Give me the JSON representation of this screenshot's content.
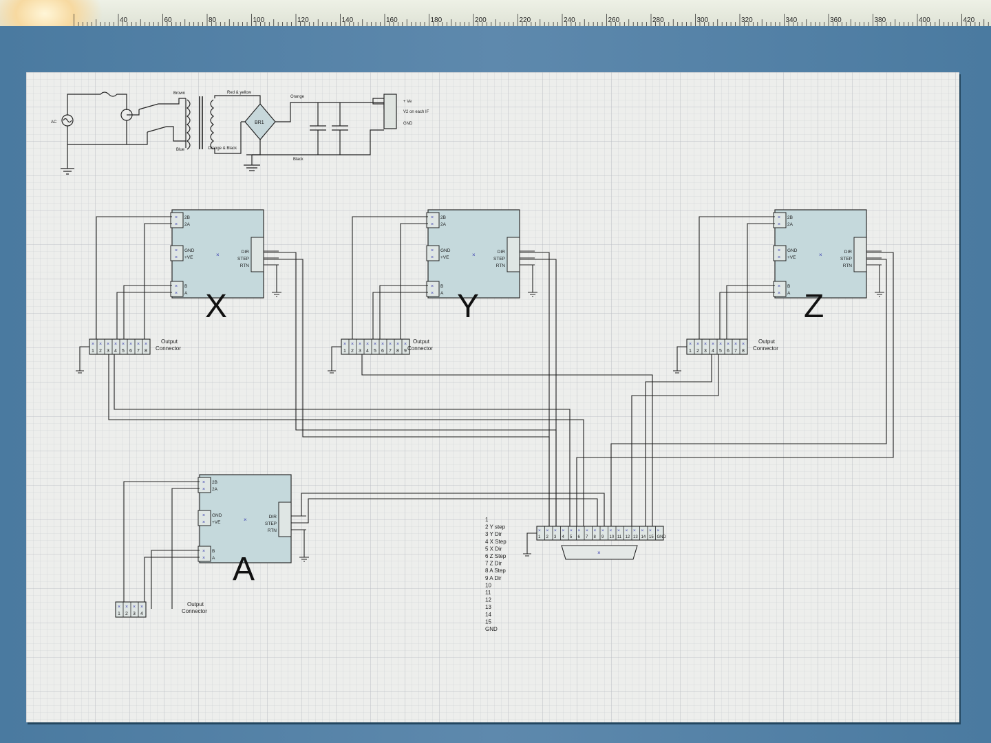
{
  "ruler": {
    "ticks": [
      "40",
      "60",
      "80",
      "100",
      "120",
      "140",
      "160",
      "180",
      "200",
      "220",
      "240",
      "260",
      "280",
      "300",
      "320",
      "340",
      "360",
      "380",
      "400",
      "420"
    ]
  },
  "power": {
    "ac": "AC",
    "brown": "Brown",
    "blue": "Blue",
    "red_yellow": "Red & yellow",
    "orange_black": "Orange & Black",
    "orange": "Orange",
    "black": "Black",
    "bridge": "BR1",
    "ve": "+ Ve",
    "each": "V2 on each IF",
    "gnd": "GND"
  },
  "driver_pins": {
    "b2": "2B",
    "a2": "2A",
    "gnd": "GND",
    "ve": "+VE",
    "b": "B",
    "a": "A",
    "dir": "DIR",
    "step": "STEP",
    "rtn": "RTN"
  },
  "axes": {
    "x": "X",
    "y": "Y",
    "z": "Z",
    "a": "A"
  },
  "connector": {
    "label1": "Output",
    "label2": "Connector",
    "pins8": [
      "1",
      "2",
      "3",
      "4",
      "5",
      "6",
      "7",
      "8"
    ],
    "pins9": [
      "1",
      "2",
      "3",
      "4",
      "5",
      "6",
      "7",
      "8",
      "9"
    ],
    "pins4": [
      "1",
      "2",
      "3",
      "4"
    ]
  },
  "parallel_port": {
    "pins": [
      "1",
      "2",
      "3",
      "4",
      "5",
      "6",
      "7",
      "8",
      "9",
      "10",
      "11",
      "12",
      "13",
      "14",
      "15",
      "GND"
    ],
    "legend": [
      "1",
      "2  Y step",
      "3  Y Dir",
      "4 X Step",
      "5 X Dir",
      "6 Z Step",
      "7 Z Dir",
      "8 A Step",
      "9 A Dir",
      "10",
      "11",
      "12",
      "13",
      "14",
      "15",
      "GND"
    ]
  }
}
